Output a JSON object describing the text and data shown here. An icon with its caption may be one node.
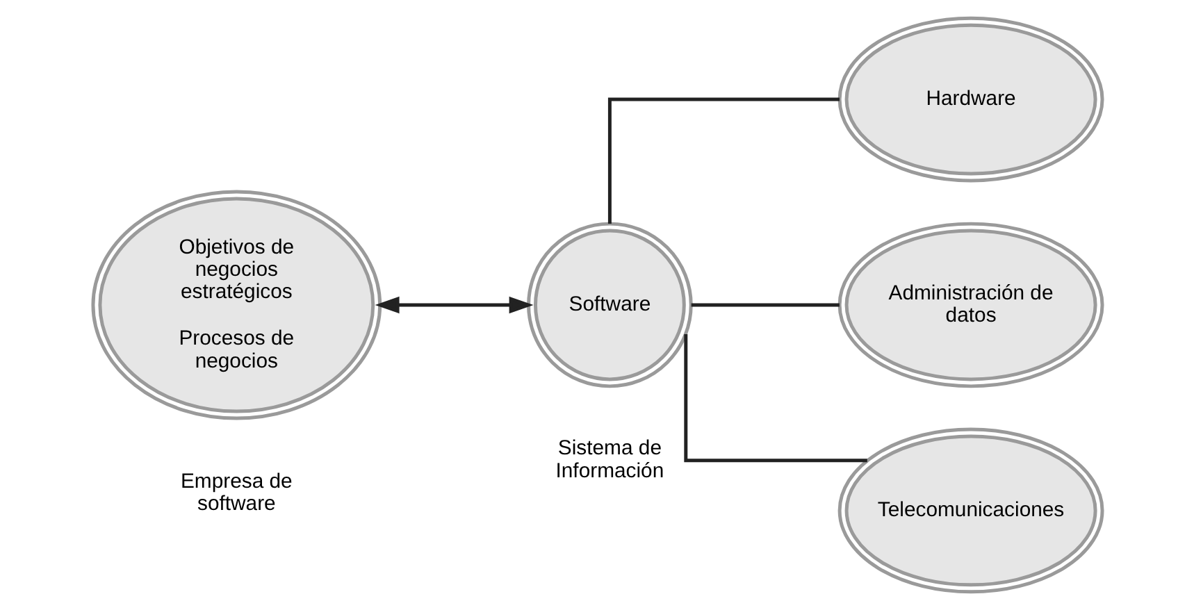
{
  "diagram": {
    "nodes": [
      {
        "text": [
          "Objetivos de negocios estratégicos",
          "Procesos de negocios"
        ]
      },
      {
        "text": [
          "Software"
        ]
      },
      {
        "text": [
          "Hardware"
        ]
      },
      {
        "text": [
          "Administración de datos"
        ]
      },
      {
        "text": [
          "Telecomunicaciones"
        ]
      }
    ],
    "edges": [
      {
        "from": 0,
        "to": 1,
        "arrow": "both"
      },
      {
        "from": 1,
        "to": 2,
        "arrow": "none"
      },
      {
        "from": 1,
        "to": 3,
        "arrow": "none"
      },
      {
        "from": 1,
        "to": 4,
        "arrow": "none"
      }
    ],
    "labels": [
      "Empresa de software",
      "Sistema de Información"
    ]
  }
}
